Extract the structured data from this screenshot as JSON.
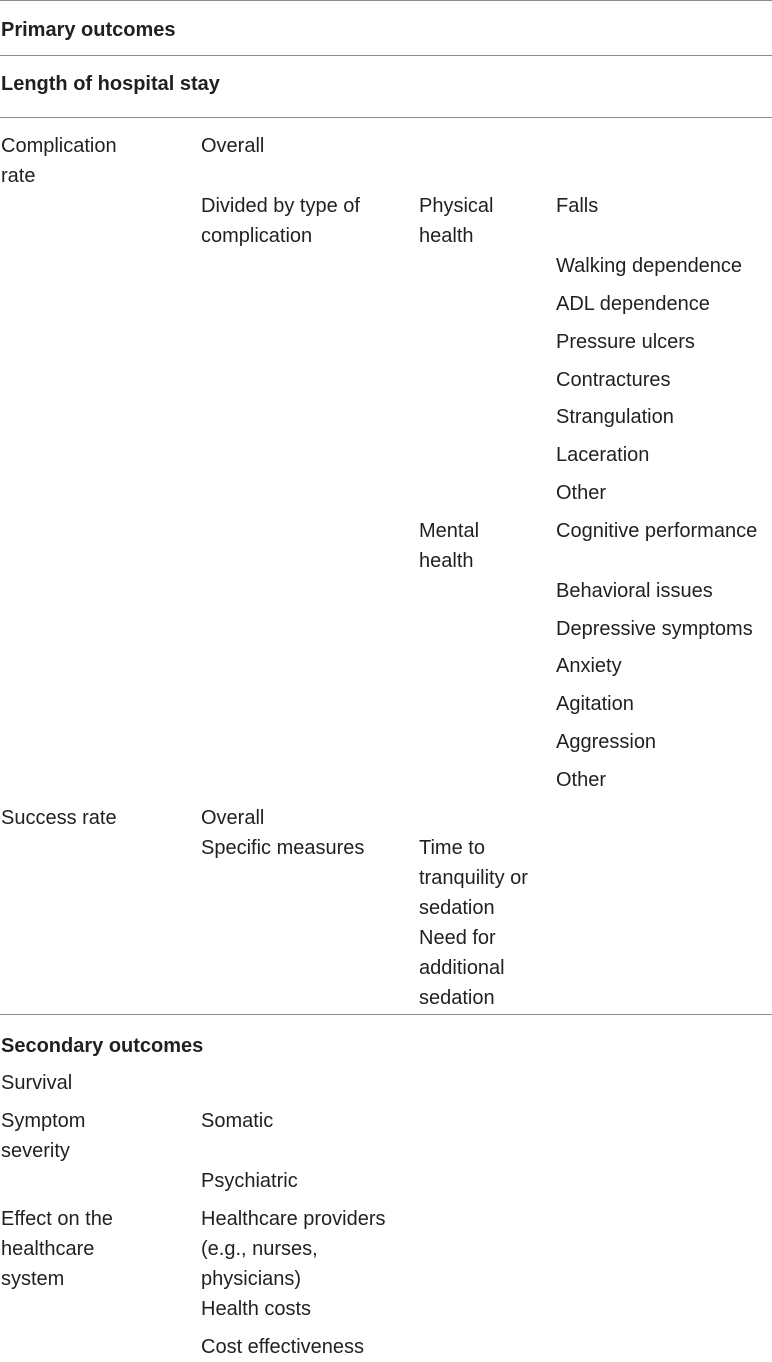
{
  "primary": {
    "heading": "Primary outcomes",
    "length_of_stay": "Length of hospital stay",
    "complication": {
      "label": "Complication\nrate",
      "overall": "Overall",
      "divided": "Divided by type of\ncomplication",
      "physical": {
        "label": "Physical\nhealth",
        "items": [
          "Falls",
          "Walking dependence",
          "ADL dependence",
          "Pressure ulcers",
          "Contractures",
          "Strangulation",
          "Laceration",
          "Other"
        ]
      },
      "mental": {
        "label": "Mental\nhealth",
        "items": [
          "Cognitive performance",
          "Behavioral issues",
          "Depressive symptoms",
          "Anxiety",
          "Agitation",
          "Aggression",
          "Other"
        ]
      }
    },
    "success": {
      "label": "Success rate",
      "overall": "Overall",
      "specific": "Specific measures",
      "time_to_tranquility": "Time to\ntranquility or\nsedation",
      "need_additional": "Need for\nadditional\nsedation"
    }
  },
  "secondary": {
    "heading": "Secondary outcomes",
    "survival": "Survival",
    "symptom_severity": {
      "label": "Symptom\nseverity",
      "somatic": "Somatic",
      "psychiatric": "Psychiatric"
    },
    "healthcare": {
      "label": "Effect on the\nhealthcare\nsystem",
      "providers": "Healthcare providers\n(e.g., nurses,\nphysicians)",
      "costs": "Health costs",
      "cost_effectiveness": "Cost effectiveness"
    }
  }
}
